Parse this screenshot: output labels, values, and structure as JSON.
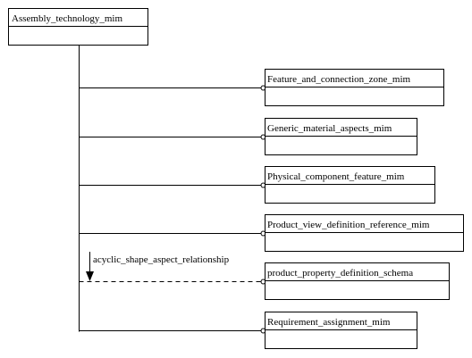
{
  "source": {
    "name": "Assembly_technology_mim"
  },
  "targets": [
    {
      "name": "Feature_and_connection_zone_mim",
      "style": "solid"
    },
    {
      "name": "Generic_material_aspects_mim",
      "style": "solid"
    },
    {
      "name": "Physical_component_feature_mim",
      "style": "solid"
    },
    {
      "name": "Product_view_definition_reference_mim",
      "style": "solid"
    },
    {
      "name": "product_property_definition_schema",
      "style": "dashed"
    },
    {
      "name": "Requirement_assignment_mim",
      "style": "solid"
    }
  ],
  "annotation": {
    "text": "acyclic_shape_aspect_relationship"
  }
}
